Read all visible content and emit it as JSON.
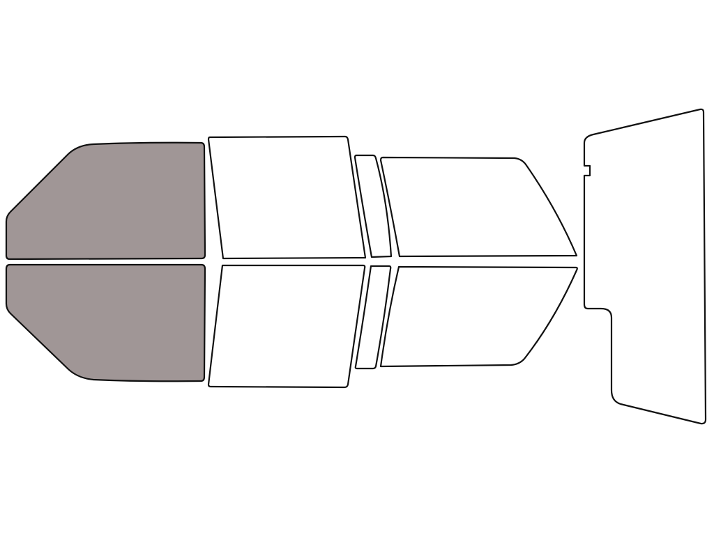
{
  "palette": {
    "tinted": "#a09696",
    "untinted": "#ffffff",
    "outline": "#111111"
  },
  "windows": [
    {
      "id": "front-door-upper",
      "tinted": true
    },
    {
      "id": "front-door-lower",
      "tinted": true
    },
    {
      "id": "rear-door-upper",
      "tinted": false
    },
    {
      "id": "rear-door-lower",
      "tinted": false
    },
    {
      "id": "quarter-strip-upper",
      "tinted": false
    },
    {
      "id": "quarter-strip-lower",
      "tinted": false
    },
    {
      "id": "rear-quarter-upper",
      "tinted": false
    },
    {
      "id": "rear-quarter-lower",
      "tinted": false
    },
    {
      "id": "back-glass",
      "tinted": false
    }
  ]
}
